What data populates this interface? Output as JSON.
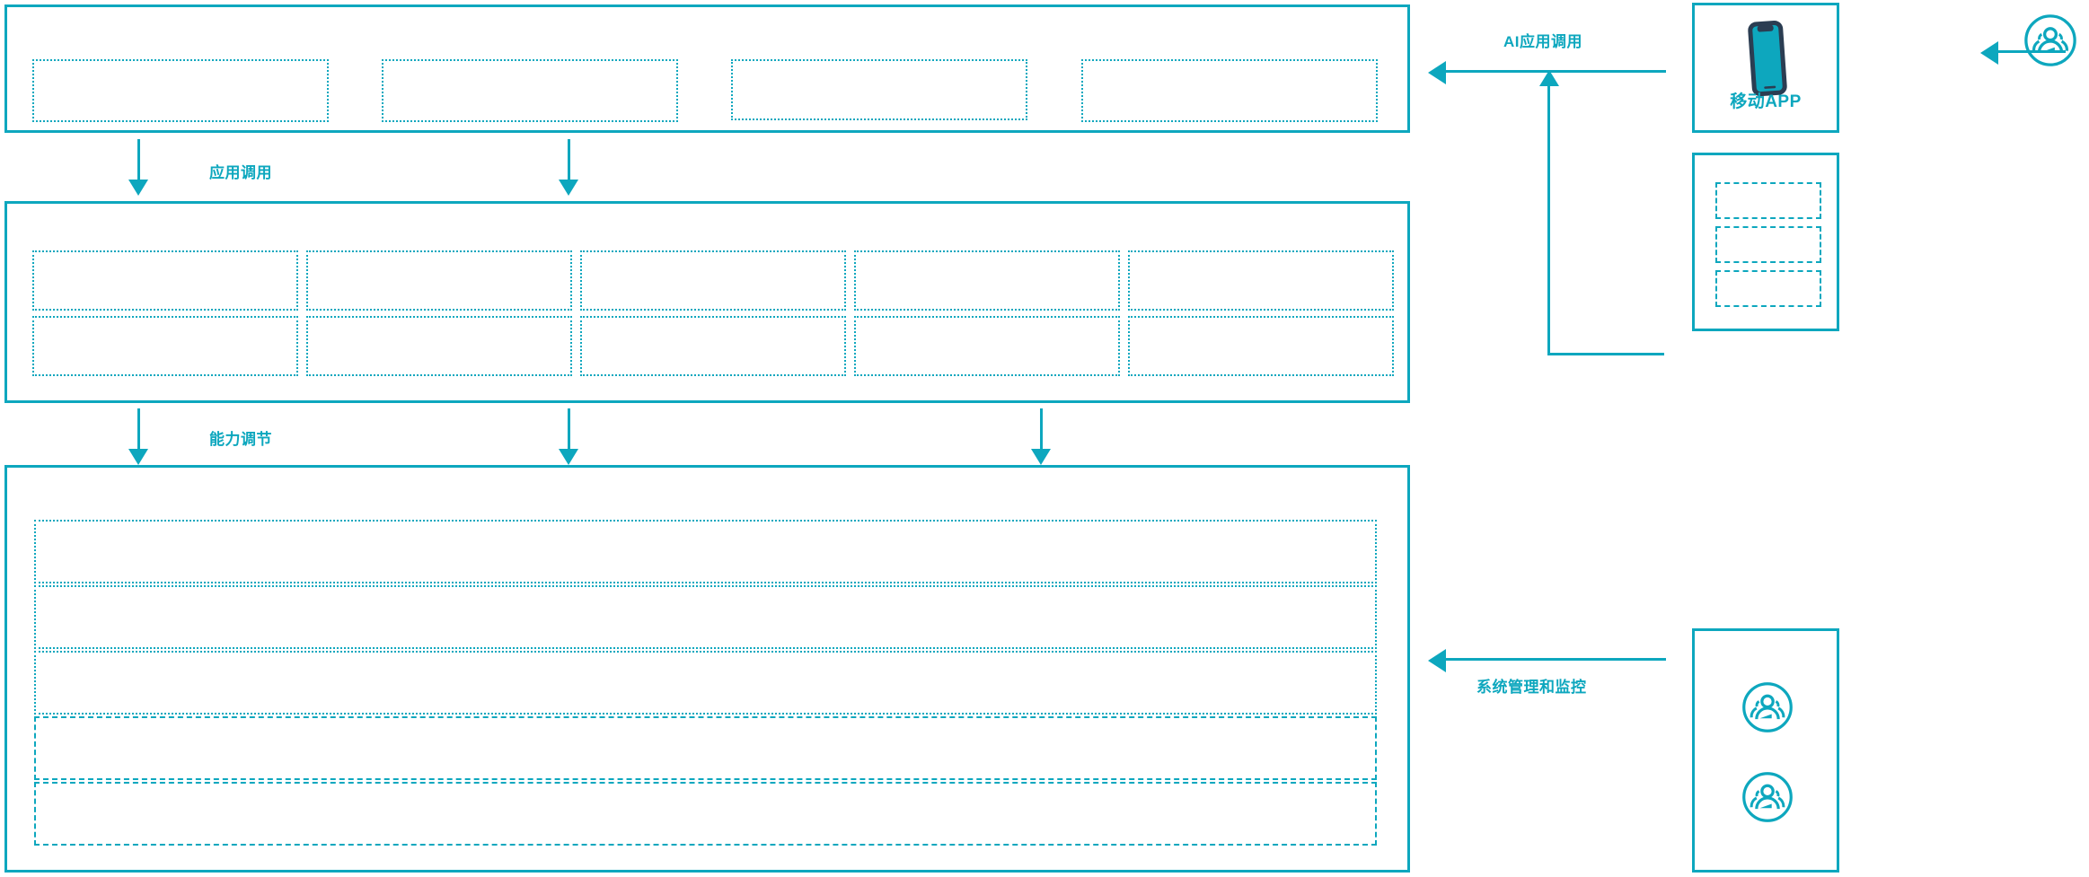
{
  "theme": {
    "accent_teal": "#0DA7BE",
    "device_outline_navy": "#2B3D52",
    "background": "#FFFFFF"
  },
  "connector_labels": {
    "app_invoke": "应用调用",
    "capability_adjust": "能力调节",
    "ai_app_invoke": "AI应用调用",
    "system_admin_monitor": "系统管理和监控"
  },
  "left_stack": {
    "application_layer": {
      "name": "application-layer-panel",
      "boxes": [
        {
          "label": ""
        },
        {
          "label": ""
        },
        {
          "label": ""
        },
        {
          "label": ""
        }
      ]
    },
    "capability_layer": {
      "name": "capability-layer-panel",
      "columns": 5,
      "rows": 2,
      "boxes": [
        {
          "label": ""
        },
        {
          "label": ""
        },
        {
          "label": ""
        },
        {
          "label": ""
        },
        {
          "label": ""
        },
        {
          "label": ""
        },
        {
          "label": ""
        },
        {
          "label": ""
        },
        {
          "label": ""
        },
        {
          "label": ""
        }
      ]
    },
    "infrastructure_layer": {
      "name": "infrastructure-layer-panel",
      "rows": [
        {
          "label": ""
        },
        {
          "label": ""
        },
        {
          "label": ""
        },
        {
          "label": ""
        },
        {
          "label": ""
        }
      ]
    }
  },
  "right_stack": {
    "mobile_app_panel": {
      "caption": "移动APP",
      "icon": "mobile-phone-icon"
    },
    "channel_panel": {
      "boxes": [
        {
          "label": ""
        },
        {
          "label": ""
        },
        {
          "label": ""
        }
      ]
    },
    "operations_panel": {
      "icons": [
        "user-group-icon",
        "user-group-icon"
      ]
    },
    "end_user": {
      "icon": "user-group-icon"
    }
  }
}
